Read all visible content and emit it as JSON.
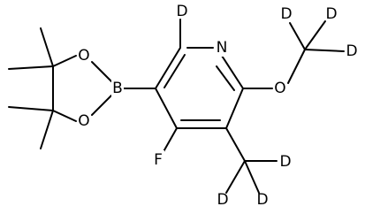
{
  "molecule": {
    "atoms": {
      "N": "N",
      "O_methoxy": "O",
      "F": "F",
      "B": "B",
      "O_ring_top": "O",
      "O_ring_bottom": "O",
      "D_ring": "D",
      "D_methoxy_1": "D",
      "D_methoxy_2": "D",
      "D_methoxy_3": "D",
      "D_methyl_1": "D",
      "D_methyl_2": "D",
      "D_methyl_3": "D"
    },
    "colors": {
      "bond": "#000000",
      "label": "#000000",
      "background": "#ffffff"
    }
  }
}
